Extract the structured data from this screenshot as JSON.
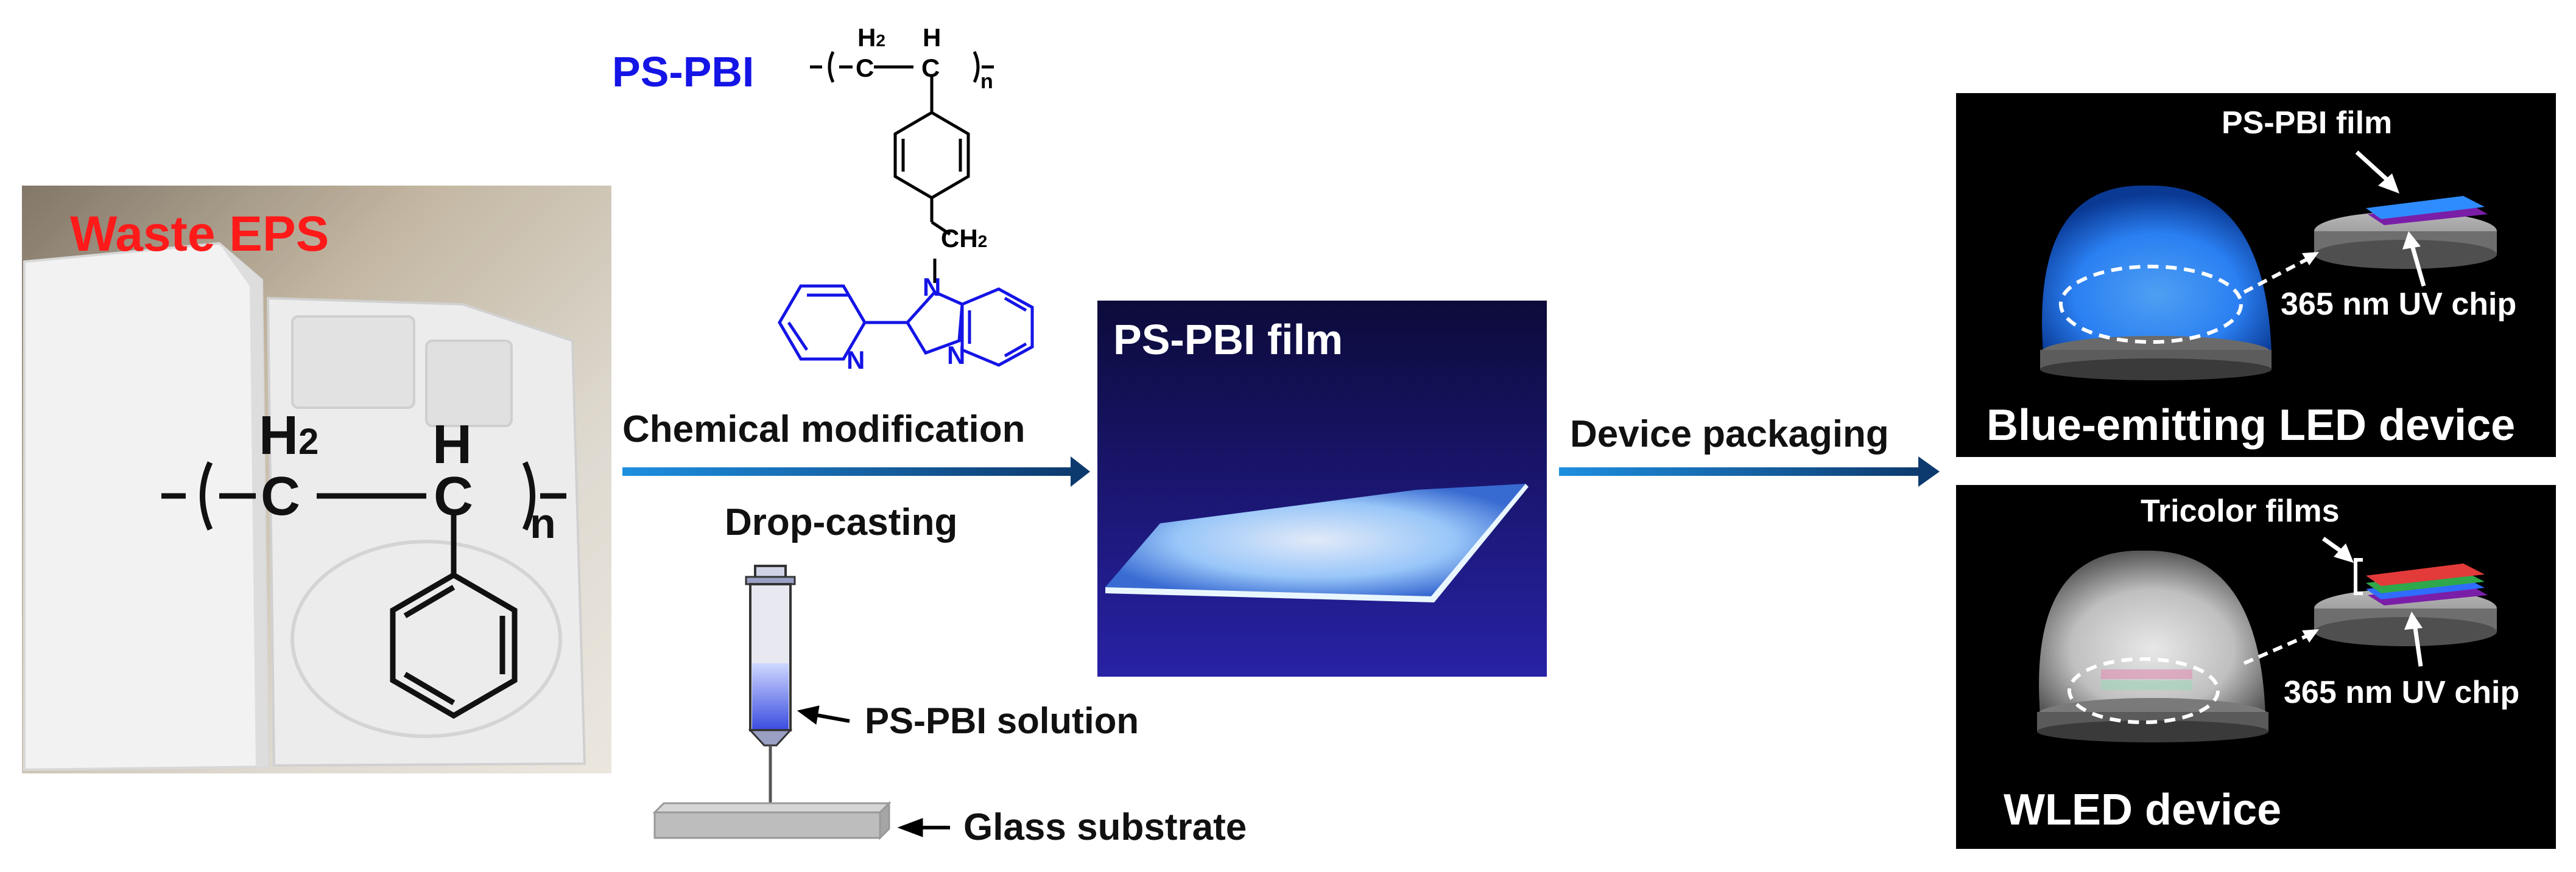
{
  "colors": {
    "red_label": "#ff1a1a",
    "blue_label": "#1414e6",
    "arrow_dark": "#0d3a6e",
    "arrow_light": "#1e8fe0",
    "uv_glow": "#2f8cff",
    "panel_bg": "#000000"
  },
  "photo": {
    "title": "Waste EPS"
  },
  "polystyrene": {
    "h2": "H",
    "h2_sub": "2",
    "h": "H",
    "c1": "C",
    "c2": "C",
    "n": "n"
  },
  "pspbi": {
    "title": "PS-PBI",
    "h2": "H",
    "h2_sub": "2",
    "h": "H",
    "c1": "C",
    "c2": "C",
    "n": "n",
    "ch2": "CH",
    "ch2_sub": "2",
    "n_atom1": "N",
    "n_atom2": "N",
    "n_atom3": "N"
  },
  "steps": {
    "chemical_modification": "Chemical modification",
    "drop_casting": "Drop-casting",
    "solution": "PS-PBI solution",
    "substrate": "Glass substrate",
    "device_packaging": "Device packaging"
  },
  "film_photo": {
    "title": "PS-PBI film"
  },
  "blue_led": {
    "film_label": "PS-PBI film",
    "chip_label": "365 nm UV chip",
    "title": "Blue-emitting LED device"
  },
  "wled": {
    "film_label": "Tricolor films",
    "chip_label": "365 nm UV chip",
    "title": "WLED device"
  }
}
